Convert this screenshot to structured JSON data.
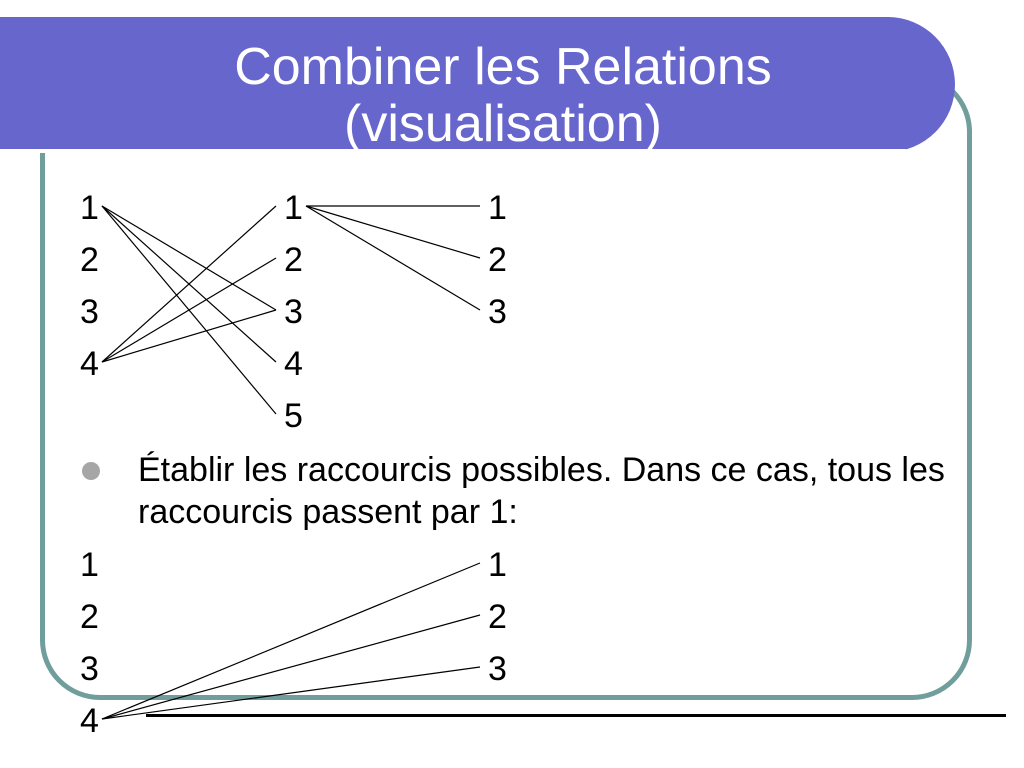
{
  "slide": {
    "title": "Combiner les Relations\n(visualisation)",
    "bullet": "Établir les raccourcis possibles.  Dans ce cas, tous les raccourcis passent par 1:",
    "colors": {
      "title_bar": "#6666cc",
      "frame_border": "#6f9e9c",
      "bullet_dot": "#a6a6a6"
    }
  },
  "relation_diagram": {
    "columns": [
      [
        "1",
        "2",
        "3",
        "4"
      ],
      [
        "1",
        "2",
        "3",
        "4",
        "5"
      ],
      [
        "1",
        "2",
        "3"
      ]
    ],
    "edges": [
      {
        "from": [
          0,
          0
        ],
        "to": [
          1,
          2
        ]
      },
      {
        "from": [
          0,
          0
        ],
        "to": [
          1,
          3
        ]
      },
      {
        "from": [
          0,
          0
        ],
        "to": [
          1,
          4
        ]
      },
      {
        "from": [
          0,
          3
        ],
        "to": [
          1,
          0
        ]
      },
      {
        "from": [
          0,
          3
        ],
        "to": [
          1,
          1
        ]
      },
      {
        "from": [
          0,
          3
        ],
        "to": [
          1,
          2
        ]
      },
      {
        "from": [
          1,
          0
        ],
        "to": [
          2,
          0
        ]
      },
      {
        "from": [
          1,
          0
        ],
        "to": [
          2,
          1
        ]
      },
      {
        "from": [
          1,
          0
        ],
        "to": [
          2,
          2
        ]
      }
    ]
  },
  "shortcut_diagram": {
    "columns": [
      [
        "1",
        "2",
        "3",
        "4"
      ],
      [
        "1",
        "2",
        "3"
      ]
    ],
    "edges": [
      {
        "from": [
          0,
          3
        ],
        "to": [
          1,
          0
        ]
      },
      {
        "from": [
          0,
          3
        ],
        "to": [
          1,
          1
        ]
      },
      {
        "from": [
          0,
          3
        ],
        "to": [
          1,
          2
        ]
      }
    ]
  }
}
